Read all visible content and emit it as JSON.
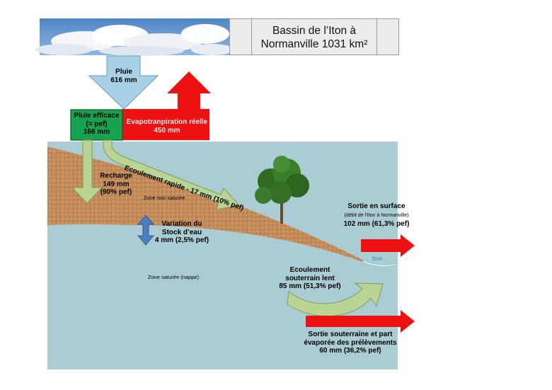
{
  "title": {
    "line1": "Bassin de l’Iton à",
    "line2": "Normanville 1031 km²"
  },
  "rain": {
    "label": "Pluie",
    "value": "616 mm"
  },
  "effective_rain": {
    "label": "Pluie efficace",
    "sub": "(= pef)",
    "value": "166 mm"
  },
  "evapotranspiration": {
    "label": "Evapotranpiration réelle",
    "value": "450 mm"
  },
  "fast_runoff": {
    "label": "Ecoulement rapide - 17 mm (10% pef)"
  },
  "recharge": {
    "label": "Recharge",
    "value": "149 mm",
    "pct": "(90% pef)"
  },
  "unsaturated_zone": {
    "label": "Zone non saturée"
  },
  "storage_variation": {
    "line1": "Variation du",
    "line2": "Stock d’eau",
    "value": "4 mm (2,5% pef)"
  },
  "saturated_zone": {
    "label": "Zone saturée (nappe)"
  },
  "surface_outflow": {
    "label": "Sortie en surface",
    "sub": "(débit de l’Iton à Normanville)",
    "value": "102 mm (61,3% pef)"
  },
  "river": {
    "label": "Iton"
  },
  "slow_groundwater": {
    "line1": "Ecoulement",
    "line2": "souterrain lent",
    "value": "85 mm (51,3% pef)"
  },
  "underground_outflow": {
    "line1": "Sortie souterraine et part",
    "line2": "évaporée des prélèvements",
    "value": "60 mm (36,2% pef)"
  },
  "colors": {
    "water": "#a9cdd3",
    "soil": "#c48e5c",
    "red_arrow": "#ee1111",
    "green_box": "#16a34f",
    "green_arrow": "#b9d493",
    "rain_arrow": "#a8d1e6",
    "storage_arrow": "#4f7fc1"
  }
}
